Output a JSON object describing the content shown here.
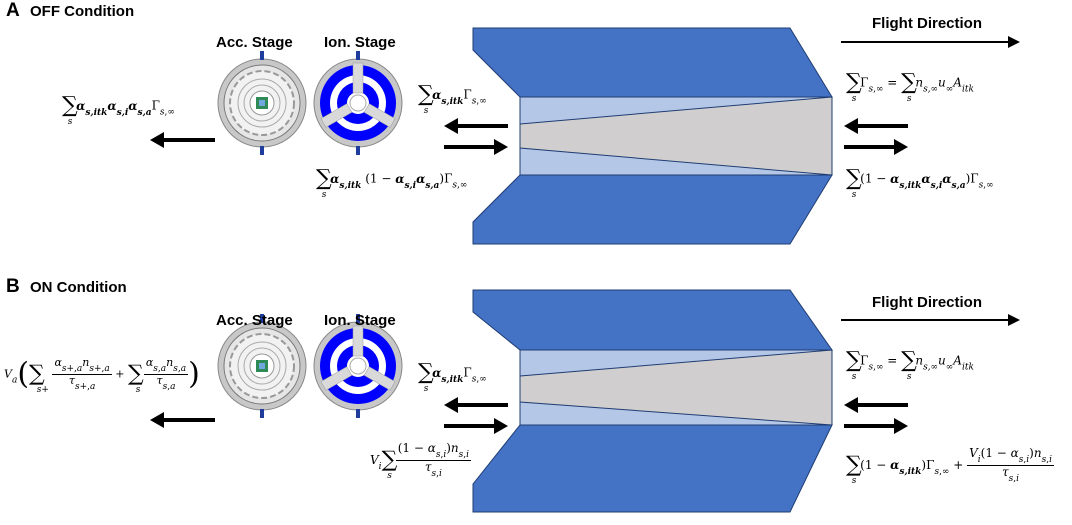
{
  "panels": [
    {
      "letter": "A",
      "title": "OFF Condition",
      "acc_stage": "Acc. Stage",
      "ion_stage": "Ion. Stage",
      "flight_direction": "Flight Direction"
    },
    {
      "letter": "B",
      "title": "ON Condition",
      "acc_stage": "Acc. Stage",
      "ion_stage": "Ion. Stage",
      "flight_direction": "Flight Direction"
    }
  ],
  "colors": {
    "intake_blue": "#4472c4",
    "inner_light_blue": "#b4c7e7",
    "cone_gray": "#d0cece",
    "ion_blue": "#0000ff",
    "ring_gray": "#c8c8c8",
    "arrow_black": "#000000"
  },
  "icons": [
    "accelerator-stage-icon",
    "ionization-stage-icon",
    "arrow-left-icon",
    "arrow-right-icon"
  ]
}
